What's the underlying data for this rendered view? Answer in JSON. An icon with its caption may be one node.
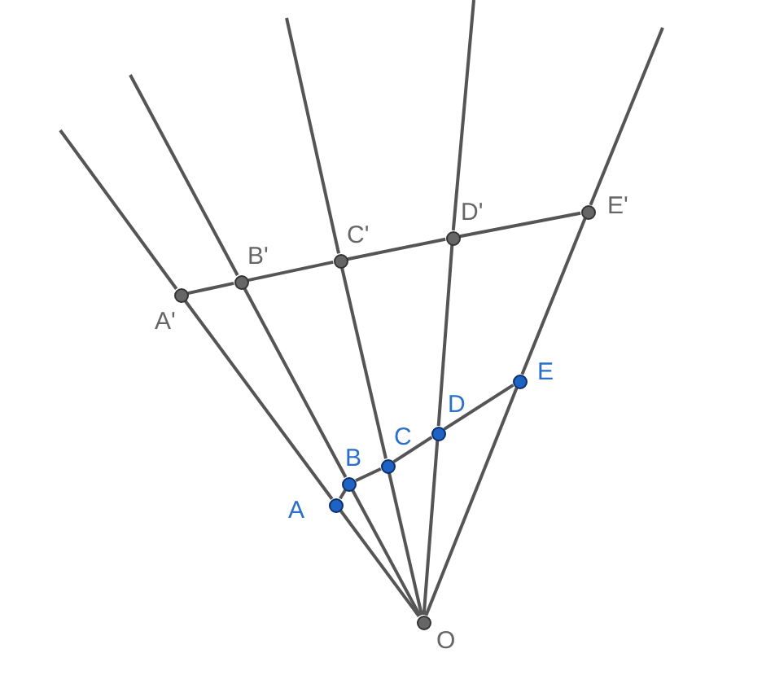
{
  "diagram": {
    "nodes": [
      {
        "text": [
          "O"
        ]
      },
      {
        "text": [
          "A"
        ]
      },
      {
        "text": [
          "B"
        ]
      },
      {
        "text": [
          "C"
        ]
      },
      {
        "text": [
          "D"
        ]
      },
      {
        "text": [
          "E"
        ]
      },
      {
        "text": [
          "A'"
        ]
      },
      {
        "text": [
          "B'"
        ]
      },
      {
        "text": [
          "C'"
        ]
      },
      {
        "text": [
          "D'"
        ]
      },
      {
        "text": [
          "E'"
        ]
      }
    ],
    "edges": [
      {
        "from": 0,
        "to": 1,
        "arrow": "none"
      },
      {
        "from": 1,
        "to": 6,
        "arrow": "none"
      },
      {
        "from": 6,
        "to": null,
        "arrow": "none"
      },
      {
        "from": 0,
        "to": 2,
        "arrow": "none"
      },
      {
        "from": 2,
        "to": 7,
        "arrow": "none"
      },
      {
        "from": 7,
        "to": null,
        "arrow": "none"
      },
      {
        "from": 0,
        "to": 3,
        "arrow": "none"
      },
      {
        "from": 3,
        "to": 8,
        "arrow": "none"
      },
      {
        "from": 8,
        "to": null,
        "arrow": "none"
      },
      {
        "from": 0,
        "to": 4,
        "arrow": "none"
      },
      {
        "from": 4,
        "to": 9,
        "arrow": "none"
      },
      {
        "from": 9,
        "to": null,
        "arrow": "none"
      },
      {
        "from": 0,
        "to": 5,
        "arrow": "none"
      },
      {
        "from": 5,
        "to": 10,
        "arrow": "none"
      },
      {
        "from": 10,
        "to": null,
        "arrow": "none"
      },
      {
        "from": 1,
        "to": 2,
        "arrow": "none"
      },
      {
        "from": 2,
        "to": 3,
        "arrow": "none"
      },
      {
        "from": 3,
        "to": 4,
        "arrow": "none"
      },
      {
        "from": 4,
        "to": 5,
        "arrow": "none"
      },
      {
        "from": 6,
        "to": 7,
        "arrow": "none"
      },
      {
        "from": 7,
        "to": 8,
        "arrow": "none"
      },
      {
        "from": 8,
        "to": 9,
        "arrow": "none"
      },
      {
        "from": 9,
        "to": 10,
        "arrow": "none"
      }
    ]
  }
}
